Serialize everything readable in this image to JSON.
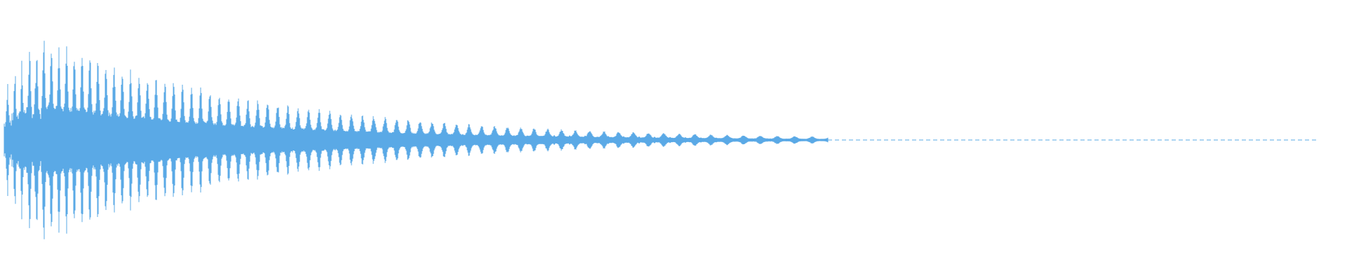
{
  "waveform": {
    "color": "#5aa9e6",
    "background": "#ffffff",
    "envelope": {
      "peak_amplitude": 0.8,
      "decay": "exponential"
    },
    "tail": {
      "style": "dashed",
      "level": 0.0
    }
  }
}
